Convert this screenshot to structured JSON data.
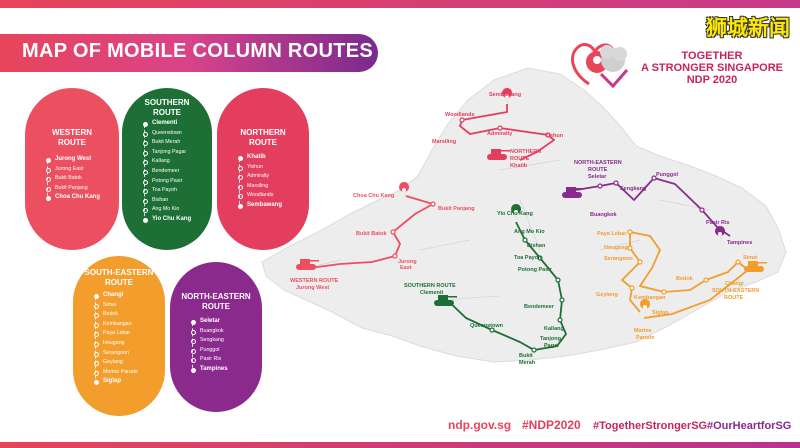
{
  "title": "MAP OF MOBILE COLUMN ROUTES",
  "watermark": "狮城新闻",
  "slogan": {
    "line1": "TOGETHER",
    "line2": "A STRONGER SINGAPORE",
    "line3": "NDP 2020"
  },
  "footer": {
    "site": "ndp.gov.sg",
    "tag1": "#NDP2020",
    "tag2": "#TogetherStrongerSG",
    "tag3": "#OurHeartforSG"
  },
  "colors": {
    "western": "#ec5060",
    "southern": "#1d6f36",
    "northern": "#e33e5e",
    "south_eastern": "#f29d2c",
    "north_eastern": "#8a2a8c",
    "accent": "#c8245c"
  },
  "routes": {
    "western": {
      "title1": "WESTERN",
      "title2": "ROUTE",
      "stops": [
        "Jurong West",
        "Jurong East",
        "Bukit Batok",
        "Bukit Panjang",
        "Choa Chu Kang"
      ]
    },
    "southern": {
      "title1": "SOUTHERN",
      "title2": "ROUTE",
      "stops": [
        "Clementi",
        "Queenstown",
        "Bukit Merah",
        "Tanjong Pagar",
        "Kallang",
        "Bendemeer",
        "Potong Pasir",
        "Toa Payoh",
        "Bishan",
        "Ang Mo Kio",
        "Yio Chu Kang"
      ]
    },
    "northern": {
      "title1": "NORTHERN",
      "title2": "ROUTE",
      "stops": [
        "Khatib",
        "Yishun",
        "Admiralty",
        "Marsiling",
        "Woodlands",
        "Sembawang"
      ]
    },
    "south_eastern": {
      "title1": "SOUTH-EASTERN",
      "title2": "ROUTE",
      "stops": [
        "Changi",
        "Simei",
        "Bedok",
        "Kembangan",
        "Paya Lebar",
        "Hougang",
        "Serangoon",
        "Geylang",
        "Marine Parade",
        "Siglap"
      ]
    },
    "north_eastern": {
      "title1": "NORTH-EASTERN",
      "title2": "ROUTE",
      "stops": [
        "Seletar",
        "Buangkok",
        "Sengkang",
        "Punggol",
        "Pasir Ris",
        "Tampines"
      ]
    }
  },
  "map_labels": {
    "sembawang": "Sembawang",
    "woodlands": "Woodlands",
    "admiralty": "Admiralty",
    "yishun": "Yishun",
    "marsiling": "Marsiling",
    "northern_route": "NORTHERN",
    "northern_route2": "ROUTE",
    "khatib": "Khatib",
    "ne_route": "NORTH-EASTERN",
    "ne_route2": "ROUTE",
    "seletar": "Seletar",
    "sengkang": "Sengkang",
    "punggol": "Punggol",
    "buangkok": "Buangkok",
    "pasir_ris": "Pasir Ris",
    "tampines": "Tampines",
    "choa_chu_kang": "Choa Chu Kang",
    "bukit_panjang": "Bukit Panjang",
    "bukit_batok": "Bukit Batok",
    "jurong_east1": "Jurong",
    "jurong_east2": "East",
    "western_route": "WESTERN ROUTE",
    "jurong_west": "Jurong West",
    "yio_chu_kang": "Yio Chu Kang",
    "ang_mo_kio": "Ang Mo Kio",
    "bishan": "Bishan",
    "toa_payoh": "Toa Payoh",
    "potong_pasir": "Potong Pasir",
    "southern_route": "SOUTHERN ROUTE",
    "clementi": "Clementi",
    "bendemeer": "Bendemeer",
    "queenstown": "Queenstown",
    "kallang": "Kallang",
    "tanjong1": "Tanjong",
    "tanjong2": "Pagar",
    "bukit1": "Bukit",
    "bukit2": "Merah",
    "paya_lebar": "Paya Lebar",
    "hougang": "Hougang",
    "serangoon": "Serangoon",
    "geylang": "Geylang",
    "kembangan": "Kembangan",
    "bedok": "Bedok",
    "simei": "Simei",
    "changi": "Changi",
    "se_route1": "SOUTH-EASTERN",
    "se_route2": "ROUTE",
    "siglap": "Siglap",
    "marine1": "Marine",
    "marine2": "Parade"
  }
}
